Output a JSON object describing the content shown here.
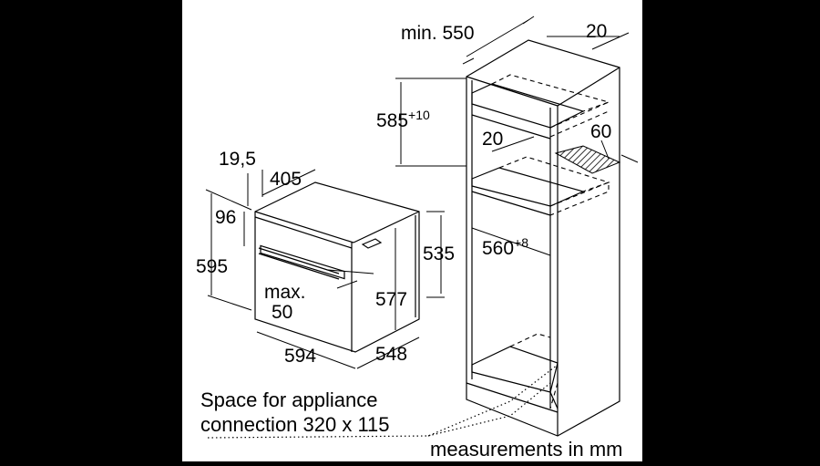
{
  "labels": {
    "min_550": "min. 550",
    "top_20": "20",
    "d585": "585",
    "d585_tol": "+10",
    "inner_20": "20",
    "d60": "60",
    "d560": "560",
    "d560_tol": "+8",
    "d19_5": "19,5",
    "d405": "405",
    "d96": "96",
    "d595": "595",
    "d535": "535",
    "max": "max.",
    "max_val": "50",
    "d577": "577",
    "d594": "594",
    "d548": "548"
  },
  "notes": {
    "space_line1": "Space for appliance",
    "space_line2": "connection 320 x 115",
    "units": "measurements in mm"
  },
  "colors": {
    "paper": "#ffffff",
    "ink": "#000000",
    "border": "#000000",
    "hatch": "#555555"
  }
}
